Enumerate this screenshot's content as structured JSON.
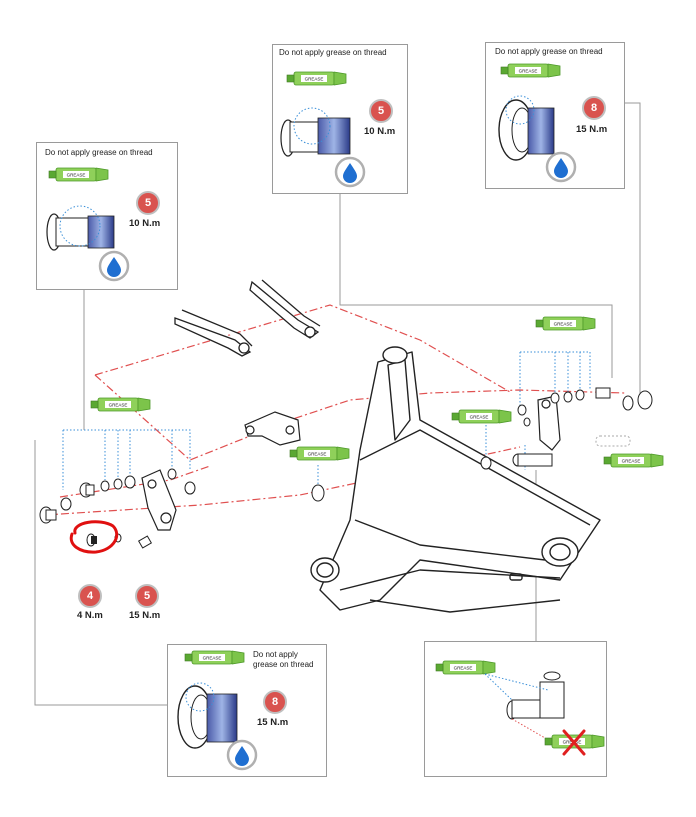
{
  "callouts": {
    "top_left": {
      "note": "Do not apply grease on thread",
      "torque_value": "5",
      "torque": "10 N.m",
      "tube_label": "GREASE"
    },
    "top_center": {
      "note": "Do not apply grease on thread",
      "torque_value": "5",
      "torque": "10 N.m",
      "tube_label": "GREASE"
    },
    "top_right": {
      "note": "Do not apply grease on thread",
      "torque_value": "8",
      "torque": "15 N.m",
      "tube_label": "GREASE"
    },
    "bottom_center": {
      "note_line1": "Do not apply",
      "note_line2": "grease on thread",
      "torque_value": "8",
      "torque": "15 N.m",
      "tube_label": "GREASE"
    },
    "bottom_right": {
      "tube_label_top": "GREASE",
      "tube_label_bottom": "GREASE"
    }
  },
  "diagram_tubes": [
    "GREASE",
    "GREASE",
    "GREASE",
    "GREASE",
    "GREASE"
  ],
  "bolts": [
    {
      "torque_value": "4",
      "torque": "4 N.m"
    },
    {
      "torque_value": "5",
      "torque": "15 N.m"
    }
  ],
  "colors": {
    "torque_badge": "#d9534f",
    "grease_tube": "#6fbf3a",
    "blue_drop": "#1f6fd1",
    "dash_red": "#e05050",
    "dot_blue": "#3a8fd8",
    "highlight_circle": "#e01010",
    "forbidden_cross": "#e02020"
  }
}
